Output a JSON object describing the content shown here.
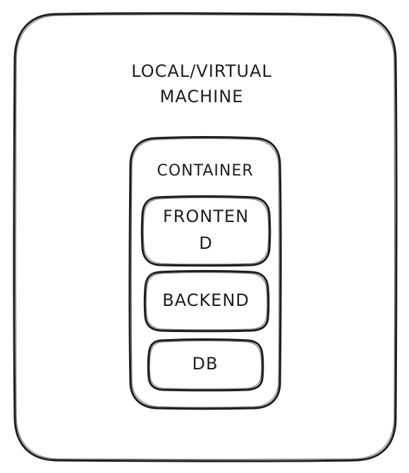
{
  "diagram": {
    "outer_box": {
      "label_line_1": "LOCAL/VIRTUAL",
      "label_line_2": "MACHINE"
    },
    "container_box": {
      "label": "CONTAINER"
    },
    "components": {
      "frontend": {
        "line_1": "FRONTEN",
        "line_2": "D"
      },
      "backend": {
        "label": "BACKEND"
      },
      "db": {
        "label": "DB"
      }
    },
    "colors": {
      "stroke": "#1e1e1e",
      "background": "#ffffff"
    }
  }
}
